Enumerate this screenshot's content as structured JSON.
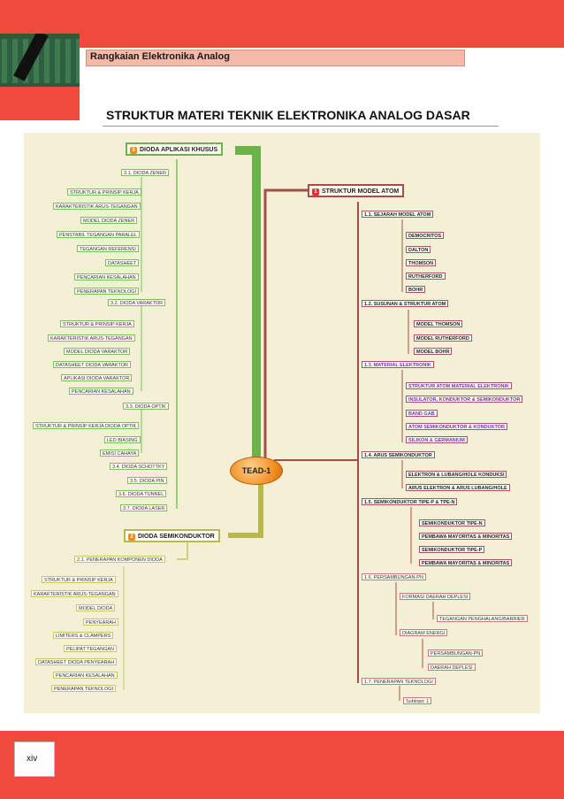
{
  "header": {
    "title": "Rangkaian Elektronika Analog"
  },
  "page_title": "STRUKTUR MATERI TEKNIK ELEKTRONIKA ANALOG DASAR",
  "page_number": "xiv",
  "mindmap": {
    "center": "TEAD-1",
    "topic3": {
      "num": "3",
      "label": "DIODA APLIKASI KHUSUS",
      "zener": "3.1. DIODA ZENER",
      "zener_items": [
        "STRUKTUR & PRINSIP KERJA",
        "KARAKTERISTIK ARUS-TEGANGAN",
        "MODEL DIODA ZENER",
        "PENSTABIL TEGANGAN PARALEL",
        "TEGANGAN REFERENSI",
        "DATASHEET",
        "PENCARIAN KESALAHAN",
        "PENERAPAN TEKNOLOGI"
      ],
      "varaktor": "3.2. DIODA VARAKTOR",
      "varaktor_items": [
        "STRUKTUR & PRINSIP KERJA",
        "KARAKTERISTIK ARUS-TEGANGAN",
        "MODEL DIODA VARAKTOR",
        "DATASHEET DIODA VARAKTOR",
        "APLIKASI DIODA VARAKTOR",
        "PENCARIAN KESALAHAN"
      ],
      "optik": "3.3. DIODA OPTIK",
      "optik_items": [
        "STRUKTUR & PRINSIP KERJA DIODA OPTIK",
        "LED BIASING",
        "EMISI CAHAYA"
      ],
      "others": [
        "3.4. DIODA SCHOTTKY",
        "3.5. DIODA PIN",
        "3.6. DIODA TUNNEL",
        "3.7. DIODA LASER"
      ]
    },
    "topic2": {
      "num": "2",
      "label": "DIODA SEMIKONDUKTOR",
      "sub": "2.1. PENERAPAN KOMPONEN DIODA",
      "items": [
        "STRUKTUR & PRINSIP KERJA",
        "KARAKTERISTIK ARUS-TEGANGAN",
        "MODEL DIODA",
        "PENYEARAH",
        "LIMITERS & CLAMPERS",
        "PELIPAT TEGANGAN",
        "DATASHEET DIODA PENYEARAH",
        "PENCARIAN KESALAHAN",
        "PENERAPAN TEKNOLOGI"
      ]
    },
    "topic1": {
      "num": "1",
      "label": "STRUKTUR MODEL ATOM",
      "s11": "1.1. SEJARAH MODEL ATOM",
      "s11_items": [
        "DEMOCRITOS",
        "DALTON",
        "THOMSON",
        "RUTHERFORD",
        "BOHR"
      ],
      "s12": "1.2. SUSUNAN & STRUKTUR ATOM",
      "s12_items": [
        "MODEL THOMSON",
        "MODEL RUTHERFORD",
        "MODEL BOHR"
      ],
      "s13": "1.3. MATERIAL ELEKTRONIK",
      "s13_items": [
        "STRUKTUR ATOM MATERIAL ELEKTRONIK",
        "INSULATOR, KONDUKTOR & SEMIKONDUKTOR",
        "BAND GAB",
        "ATOM SEMIKONDUKTOR & KONDUKTOR",
        "SILIKON & GERMANIUM"
      ],
      "s14": "1.4. ARUS SEMIKONDUKTOR",
      "s14_items": [
        "ELEKTRON & LUBANG/HOLE KONDUKSI",
        "ARUS ELEKTRON & ARUS LUBANG/HOLE"
      ],
      "s15": "1.5. SEMIKONDUKTOR TIPE-P & TPE-N",
      "s15_items": [
        "SEMIKONDUKTOR TIPE-N",
        "PEMBAWA MAYORITAS & MINORITAS",
        "SEMIKONDUKTOR TIPE-P",
        "PEMBAWA MAYORITAS & MINORITAS"
      ],
      "s16": "1.6. PERSAMBUNGAN-PN",
      "s16_a": "FORMASI DAERAH DEPLESI",
      "s16_a_items": [
        "TEGANGAN PENGHALANG/BARRIER"
      ],
      "s16_b": "DIAGRAM ENERGI",
      "s16_b_items": [
        "PERSAMBUNGAN-PN",
        "DAERAH DEPLESI"
      ],
      "s17": "1.7. PENERAPAN TEKNOLOGI",
      "s17_items": [
        "Subtopic 1"
      ]
    }
  },
  "colors": {
    "band": "#f04a3c",
    "map_bg": "#f4f0d6",
    "green": "#7cbf5a",
    "red_branch": "#a94b48"
  }
}
